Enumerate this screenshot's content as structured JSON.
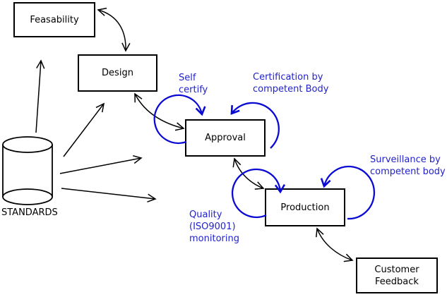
{
  "boxes": {
    "feasability": {
      "label": "Feasability"
    },
    "design": {
      "label": "Design"
    },
    "approval": {
      "label": "Approval"
    },
    "production": {
      "label": "Production"
    },
    "customer_feedback": {
      "line1": "Customer",
      "line2": "Feedback"
    }
  },
  "database": {
    "label": "STANDARDS"
  },
  "annotations": {
    "self_certify": {
      "line1": "Self",
      "line2": "certify"
    },
    "certification": {
      "line1": "Certification by",
      "line2": "competent Body"
    },
    "surveillance": {
      "line1": "Surveillance by",
      "line2": "competent body"
    },
    "quality": {
      "line1": "Quality",
      "line2": "(ISO9001)",
      "line3": "monitoring"
    }
  },
  "colors": {
    "annotation_text": "#2222cc",
    "loop_stroke": "#0a0ad4",
    "line_stroke": "#000000",
    "background": "#ffffff"
  }
}
